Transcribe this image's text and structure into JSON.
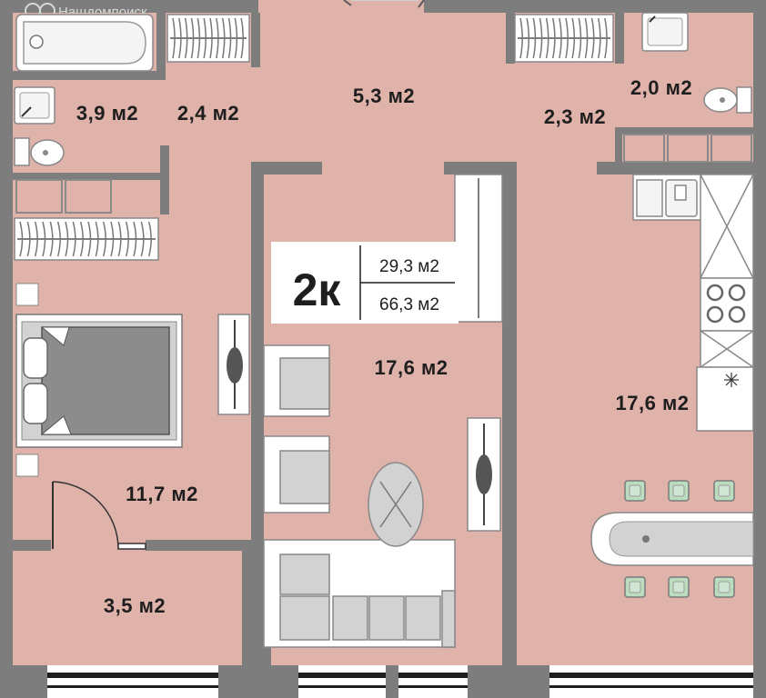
{
  "watermark": {
    "text": "Нашдомпоиск"
  },
  "apartment": {
    "type_label": "2к",
    "living_area": "29,3 м2",
    "total_area": "66,3 м2"
  },
  "rooms": [
    {
      "id": "bathroom",
      "area": "3,9 м2"
    },
    {
      "id": "wardrobe-left",
      "area": "2,4 м2"
    },
    {
      "id": "hallway",
      "area": "5,3 м2"
    },
    {
      "id": "wardrobe-right",
      "area": "2,3 м2"
    },
    {
      "id": "toilet",
      "area": "2,0 м2"
    },
    {
      "id": "living-room",
      "area": "17,6 м2"
    },
    {
      "id": "kitchen",
      "area": "17,6 м2"
    },
    {
      "id": "bedroom",
      "area": "11,7 м2"
    },
    {
      "id": "balcony",
      "area": "3,5 м2"
    }
  ],
  "colors": {
    "floor": "#dfb2aa",
    "wall": "#7d7d7d",
    "furniture_fill": "#d2d2d2",
    "furniture_dark": "#6a6a6a",
    "chair_fill": "#bcdcc0",
    "white": "#ffffff"
  }
}
